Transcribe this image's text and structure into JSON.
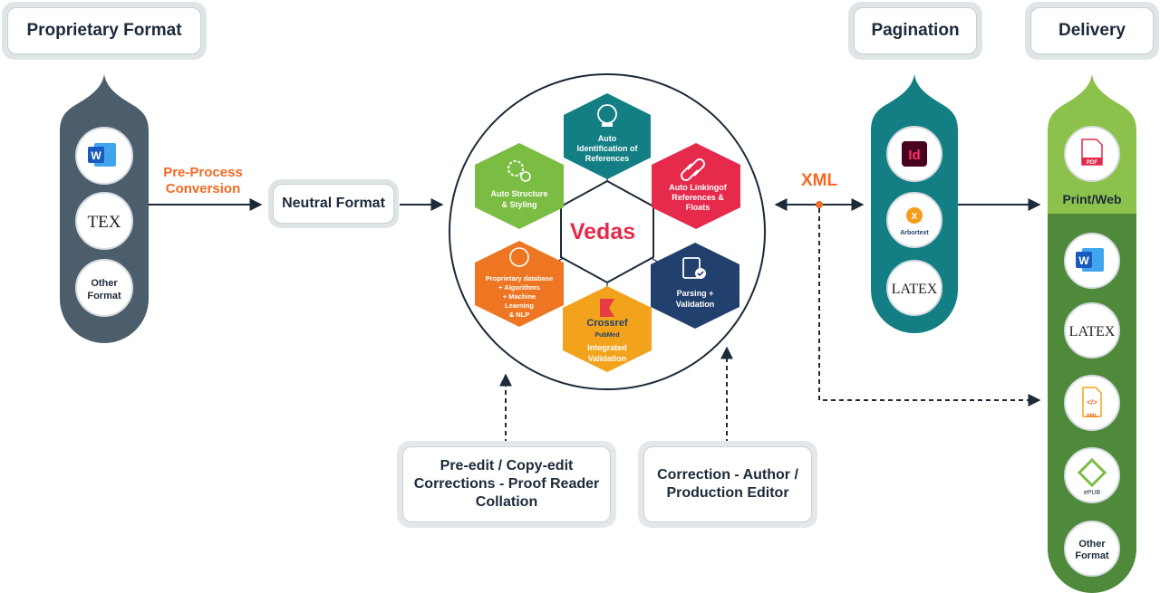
{
  "headers": {
    "proprietary": "Proprietary Format",
    "pagination": "Pagination",
    "delivery": "Delivery"
  },
  "source_items": [
    {
      "icon": "word-icon",
      "label": "W"
    },
    {
      "icon": "tex-icon",
      "label": "TEX"
    },
    {
      "icon": "other-format-icon",
      "label": "Other Format"
    }
  ],
  "pre_process": {
    "line1": "Pre-Process",
    "line2": "Conversion"
  },
  "neutral_format": "Neutral Format",
  "hub": {
    "center_brand": "Vedas",
    "hexagons": [
      {
        "name": "auto-identification-hex",
        "lines": [
          "Auto",
          "Identification of",
          "References"
        ],
        "color": "#137f84"
      },
      {
        "name": "auto-linking-hex",
        "lines": [
          "Auto Linkingof",
          "References &",
          "Floats"
        ],
        "color": "#e52a4b"
      },
      {
        "name": "parsing-validation-hex",
        "lines": [
          "Parsing +",
          "Validation"
        ],
        "color": "#22406e"
      },
      {
        "name": "integrated-validation-hex",
        "lines": [
          "Integrated",
          "Validation"
        ],
        "color": "#f2a31b",
        "logos": [
          "Crossref",
          "PubMed"
        ]
      },
      {
        "name": "proprietary-database-hex",
        "lines": [
          "Proprietary database",
          "+ Algorithms",
          "+ Machine",
          "Learning",
          "& NLP"
        ],
        "color": "#ee7623"
      },
      {
        "name": "auto-structure-hex",
        "lines": [
          "Auto Structure",
          "& Styling"
        ],
        "color": "#7bbd42"
      }
    ]
  },
  "xml_label": "XML",
  "pagination_items": [
    {
      "icon": "indesign-icon",
      "label": "Id"
    },
    {
      "icon": "arbortext-icon",
      "label": "Arbortext"
    },
    {
      "icon": "latex-icon",
      "label": "LATEX"
    }
  ],
  "delivery": {
    "print_web_label": "Print/Web",
    "pdf_label": "PDF",
    "items": [
      {
        "icon": "word-icon",
        "label": "W"
      },
      {
        "icon": "latex-icon",
        "label": "LATEX"
      },
      {
        "icon": "xml-file-icon",
        "label": "XML"
      },
      {
        "icon": "epub-icon",
        "label": "ePUB"
      },
      {
        "icon": "other-format-icon",
        "label": "Other Format"
      }
    ]
  },
  "notes": {
    "pre_edit": "Pre-edit / Copy-edit Corrections - Proof Reader Collation",
    "correction": "Correction - Author / Production Editor"
  },
  "colors": {
    "source_panel": "#4c5e6c",
    "pagination_panel": "#137f84",
    "delivery_light": "#8cc24b",
    "delivery_dark": "#4e8a3a",
    "accent": "#f26a24",
    "navy": "#1c2a3a"
  }
}
